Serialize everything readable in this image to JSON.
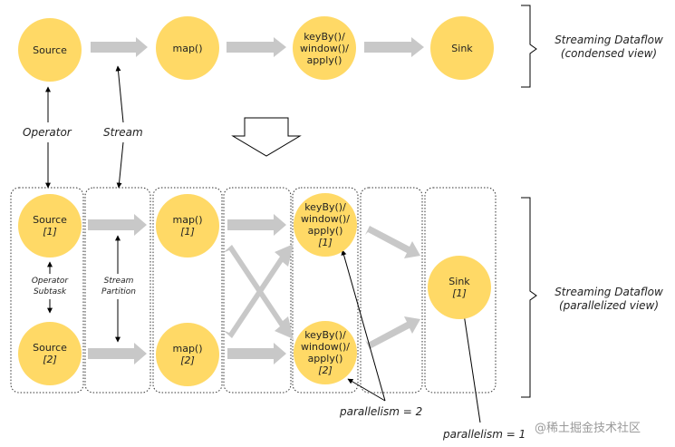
{
  "condensed": {
    "nodes": [
      "Source",
      "map()",
      "keyBy()/\nwindow()/\napply()",
      "Sink"
    ],
    "label": "Streaming Dataflow\n(condensed view)"
  },
  "annotations": {
    "operator": "Operator",
    "stream": "Stream",
    "operator_subtask": "Operator\nSubtask",
    "stream_partition": "Stream\nPartition",
    "parallelism_2": "parallelism = 2",
    "parallelism_1": "parallelism = 1"
  },
  "parallel": {
    "source_1": {
      "name": "Source",
      "sub": "[1]"
    },
    "source_2": {
      "name": "Source",
      "sub": "[2]"
    },
    "map_1": {
      "name": "map()",
      "sub": "[1]"
    },
    "map_2": {
      "name": "map()",
      "sub": "[2]"
    },
    "window_1": {
      "name": "keyBy()/\nwindow()/\napply()",
      "sub": "[1]"
    },
    "window_2": {
      "name": "keyBy()/\nwindow()/\napply()",
      "sub": "[2]"
    },
    "sink_1": {
      "name": "Sink",
      "sub": "[1]"
    },
    "label": "Streaming Dataflow\n(parallelized view)"
  },
  "watermark": "@稀土掘金技术社区",
  "colors": {
    "node_fill": "#ffd966",
    "arrow_fill": "#c8c8c8",
    "line": "#000000"
  }
}
